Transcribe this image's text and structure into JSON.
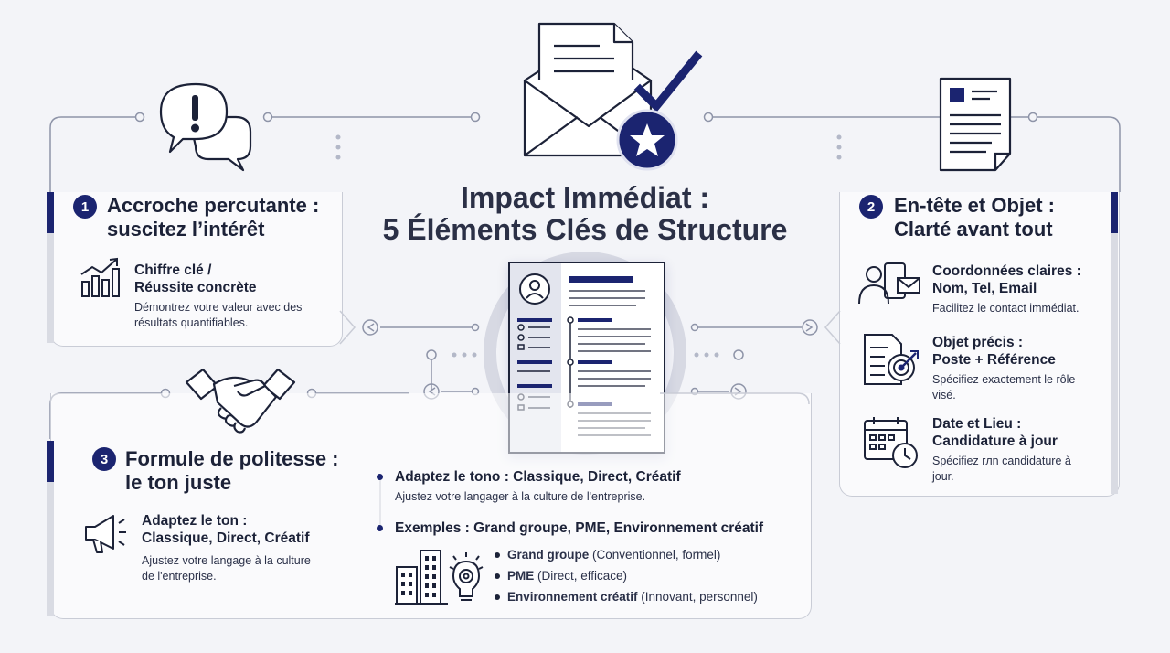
{
  "title": {
    "line1": "Impact Immédiat :",
    "line2": "5 Éléments Clés de Structure"
  },
  "section1": {
    "number": "1",
    "heading_line1": "Accroche percutante :",
    "heading_line2": "suscitez l’intérêt",
    "item_title_line1": "Chiffre clé /",
    "item_title_line2": "Réussite concrète",
    "item_desc_line1": "Démontrez votre valeur avec des",
    "item_desc_line2": "résultats quantifiables."
  },
  "section2": {
    "number": "2",
    "heading_line1": "En-tête et Objet :",
    "heading_line2": "Clarté avant tout",
    "items": [
      {
        "title_line1": "Coordonnées claires :",
        "title_line2": "Nom, Tel, Email",
        "desc_line1": "Facilitez le contact immédiat.",
        "desc_line2": ""
      },
      {
        "title_line1": "Objet précis :",
        "title_line2": "Poste + Référence",
        "desc_line1": "Spécifiez exactement le rôle",
        "desc_line2": "visé."
      },
      {
        "title_line1": "Date et Lieu :",
        "title_line2": "Candidature à jour",
        "desc_line1": "Spécifiez rлn candidature à",
        "desc_line2": "jour."
      }
    ]
  },
  "section3": {
    "number": "3",
    "heading_line1": "Formule de politesse :",
    "heading_line2": "le ton juste",
    "item_title_line1": "Adaptez le ton :",
    "item_title_line2": "Classique, Direct, Créatif",
    "item_desc_line1": "Ajustez votre langage à la culture",
    "item_desc_line2": "de l'entreprise."
  },
  "center": {
    "point1_title": "Adaptez le tono : Classique, Direct, Créatif",
    "point1_desc": "Ajustez votre langager à la culture de l'entreprise.",
    "point2_title": "Exemples : Grand groupe, PME, Environnement créatif",
    "examples": [
      {
        "bold": "Grand groupe",
        "rest": " (Conventionnel, formel)"
      },
      {
        "bold": "PME",
        "rest": " (Direct, efficace)"
      },
      {
        "bold": "Environnement créatif",
        "rest": " (Innovant, personnel)"
      }
    ]
  },
  "colors": {
    "navy": "#1b2470",
    "text": "#1c2238",
    "border": "#c9ccd6",
    "background": "#f3f4f8"
  },
  "icons": [
    "alert-speech-icon",
    "envelope-check-icon",
    "star-badge-icon",
    "document-icon",
    "handshake-icon",
    "chart-growth-icon",
    "contact-icon",
    "target-document-icon",
    "calendar-clock-icon",
    "megaphone-icon",
    "buildings-icon",
    "lightbulb-gear-icon",
    "resume-document-icon"
  ]
}
